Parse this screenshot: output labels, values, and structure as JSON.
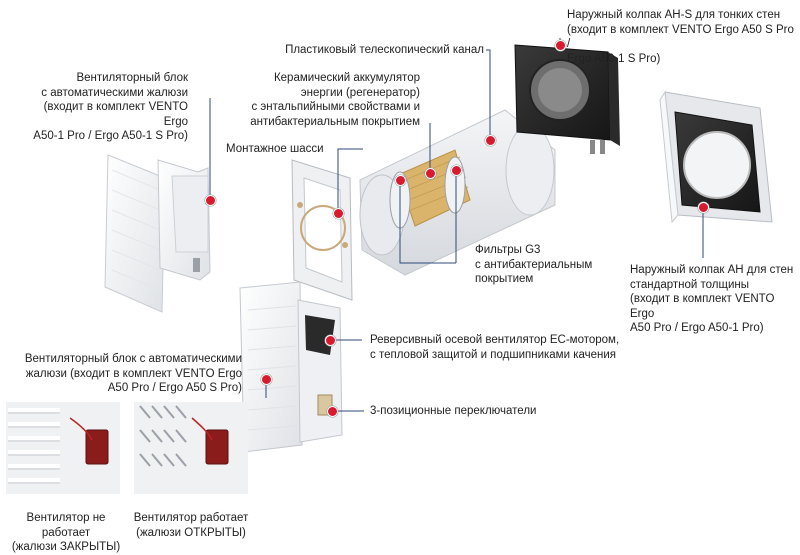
{
  "labels": {
    "cap_ahs": "Наружный колпак АН-S для тонких стен\n(входит в комплект VENTO Ergo A50 S Pro /\nErgo A50-1 S Pro)",
    "channel": "Пластиковый телескопический канал",
    "regenerator": "Керамический аккумулятор\nэнергии (регенератор)\nс энтальпийными свойствами и\nантибактериальным покрытием",
    "fan_unit_top": "Вентиляторный блок\nс автоматическими жалюзи\n(входит в комплект VENTO Ergo\nA50-1 Pro / Ergo A50-1 S Pro)",
    "mount_chassis": "Монтажное шасси",
    "filters": "Фильтры G3\nс антибактериальным\nпокрытием",
    "cap_ah": "Наружный колпак АН для стен\nстандартной толщины\n(входит в комплект VENTO Ergo\nA50 Pro / Ergo A50-1 Pro)",
    "reversible_fan": "Реверсивный осевой вентилятор ЕС-мотором,\nс тепловой защитой и подшипниками качения",
    "fan_unit_bottom": "Вентиляторный блок с автоматическими\nжалюзи (входит в комплект VENTO Ergo\nA50 Pro / Ergo A50 S Pro)",
    "switches": "3-позиционные переключатели",
    "fan_off": "Вентилятор не работает\n(жалюзи ЗАКРЫТЫ)",
    "fan_on": "Вентилятор работает\n(жалюзи ОТКРЫТЫ)"
  },
  "colors": {
    "accent": "#d81a2e",
    "leader": "#2f4a7a",
    "filter": "#d9b46a"
  }
}
